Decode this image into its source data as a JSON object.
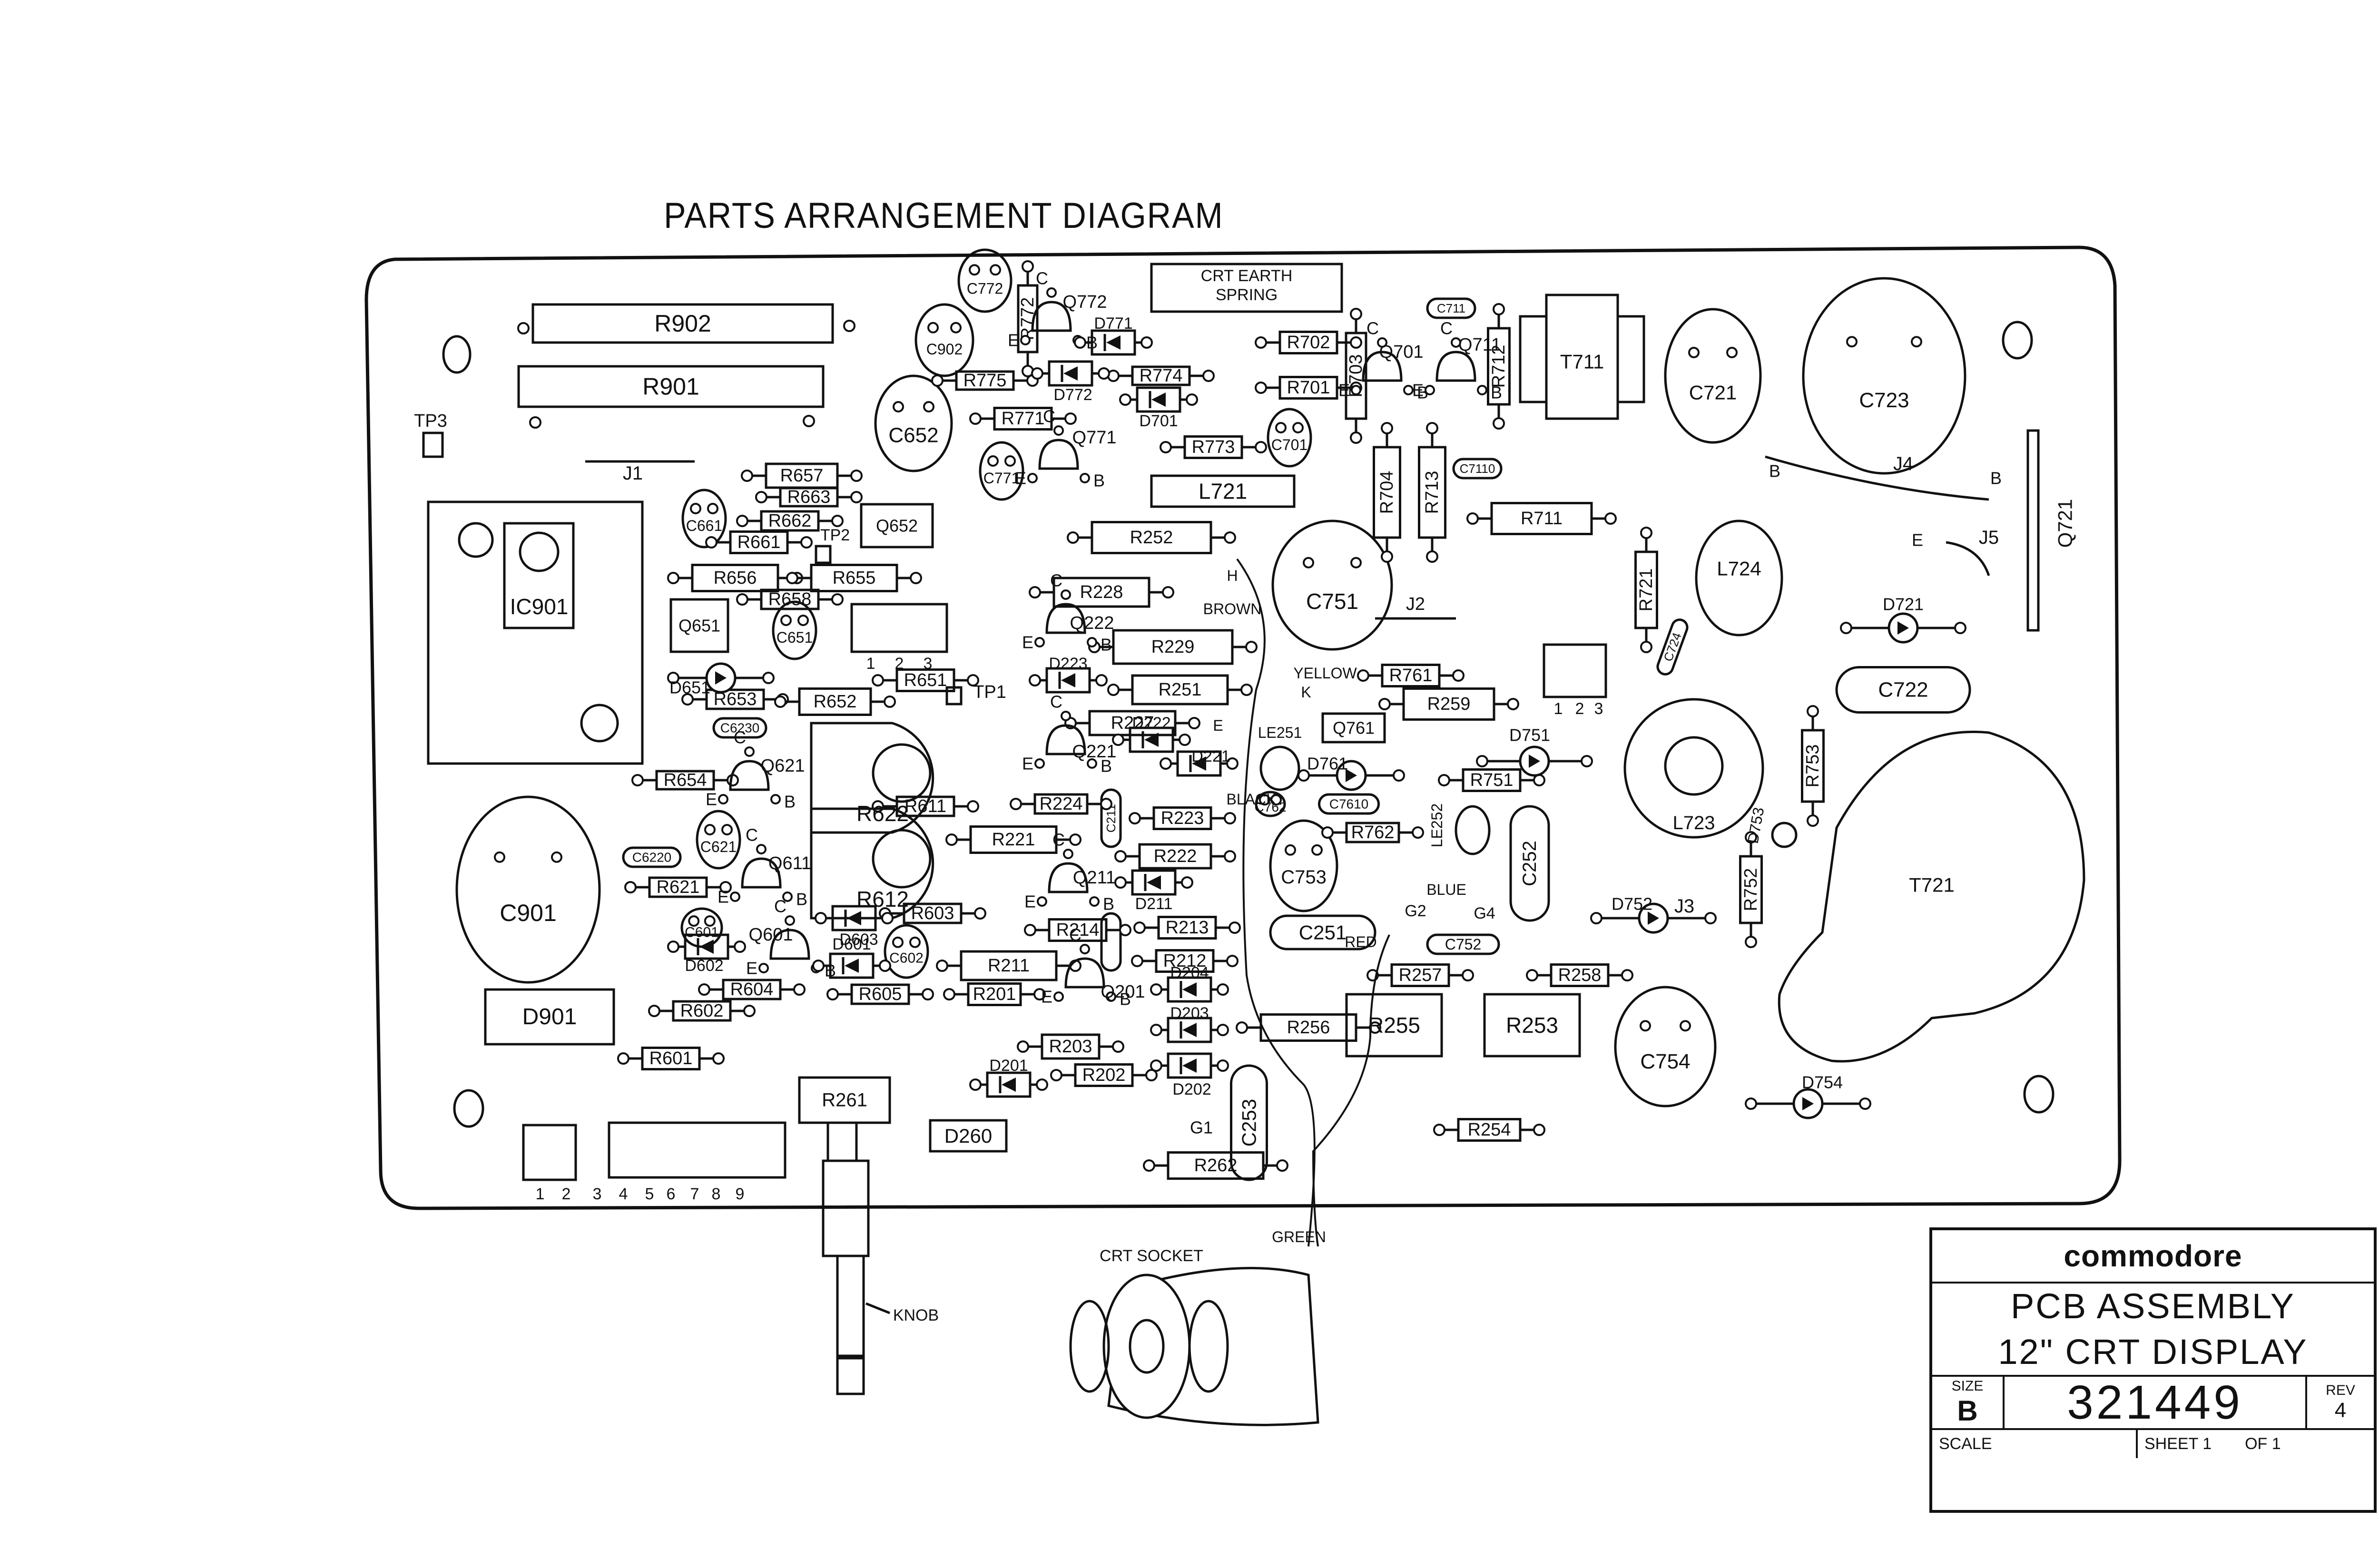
{
  "title": "PARTS ARRANGEMENT DIAGRAM",
  "title_block": {
    "brand": "commodore",
    "line1": "PCB  ASSEMBLY",
    "line2": "12\"  CRT DISPLAY",
    "size_label": "SIZE",
    "size": "B",
    "drawing_number": "321449",
    "rev_label": "REV",
    "rev": "4",
    "scale_label": "SCALE",
    "sheet_label": "SHEET 1",
    "of_label": "OF 1"
  },
  "board": {
    "large_resistors": [
      "R902",
      "R901"
    ],
    "jumpers": [
      "J1",
      "J2",
      "J3",
      "J4",
      "J5"
    ],
    "test_points": [
      "TP1",
      "TP2",
      "TP3"
    ],
    "ic": "IC901",
    "crt_earth_spring": [
      "CRT  EARTH",
      "SPRING"
    ],
    "resistors": [
      "R657",
      "R663",
      "R662",
      "R661",
      "R656",
      "R655",
      "R658",
      "R653",
      "R652",
      "R651",
      "R654",
      "R611",
      "R621",
      "R603",
      "R604",
      "R605",
      "R602",
      "R601",
      "R228",
      "R229",
      "R251",
      "R227",
      "R224",
      "R223",
      "R221",
      "R222",
      "R214",
      "R213",
      "R212",
      "R211",
      "R201",
      "R203",
      "R202",
      "R262",
      "R252",
      "R775",
      "R774",
      "R771",
      "R773",
      "R702",
      "R701",
      "R703",
      "R712",
      "R704",
      "R713",
      "R711",
      "R721",
      "R761",
      "R259",
      "R751",
      "R762",
      "R753",
      "R752",
      "R257",
      "R258",
      "R256",
      "R255",
      "R253",
      "R254"
    ],
    "potentiometers": [
      "R622",
      "R612",
      "R261"
    ],
    "capacitors": [
      "C772",
      "C902",
      "C652",
      "C771",
      "C701",
      "C721",
      "C723",
      "C661",
      "C651",
      "C621",
      "C601",
      "C602",
      "C901",
      "C751",
      "C753",
      "C762",
      "C251",
      "C252",
      "C253",
      "C722",
      "C724",
      "C754",
      "C752",
      "C7610",
      "C7110",
      "C711",
      "C6230",
      "C6220",
      "C211"
    ],
    "transistors": [
      "Q772",
      "Q771",
      "Q701",
      "Q711",
      "Q652",
      "Q651",
      "Q621",
      "Q611",
      "Q601",
      "Q222",
      "Q221",
      "Q211",
      "Q201",
      "Q761",
      "Q721"
    ],
    "diodes": [
      "D771",
      "D772",
      "D701",
      "D651",
      "D603",
      "D601",
      "D602",
      "D223",
      "D222",
      "D221",
      "D211",
      "D204",
      "D203",
      "D201",
      "D202",
      "D260",
      "D761",
      "D751",
      "D752",
      "D753",
      "D754",
      "D721",
      "D901"
    ],
    "inductors": [
      "L721",
      "L724",
      "L723"
    ],
    "transformers": [
      "T711",
      "T721"
    ],
    "leds": [
      "LE251",
      "LE252"
    ],
    "connector_pins": [
      "1",
      "2",
      "3",
      "4",
      "5",
      "6",
      "7",
      "8",
      "9"
    ],
    "header_labels": [
      "1",
      "2",
      "3"
    ],
    "wire_labels": [
      "H",
      "BROWN",
      "YELLOW",
      "K",
      "BLACK",
      "E",
      "RED",
      "G2",
      "BLUE",
      "G4",
      "G1",
      "GREEN"
    ],
    "pin_letters": {
      "e": "E",
      "b": "B",
      "c": "C"
    },
    "annotations": {
      "knob": "KNOB",
      "crt_socket": "CRT SOCKET"
    }
  }
}
